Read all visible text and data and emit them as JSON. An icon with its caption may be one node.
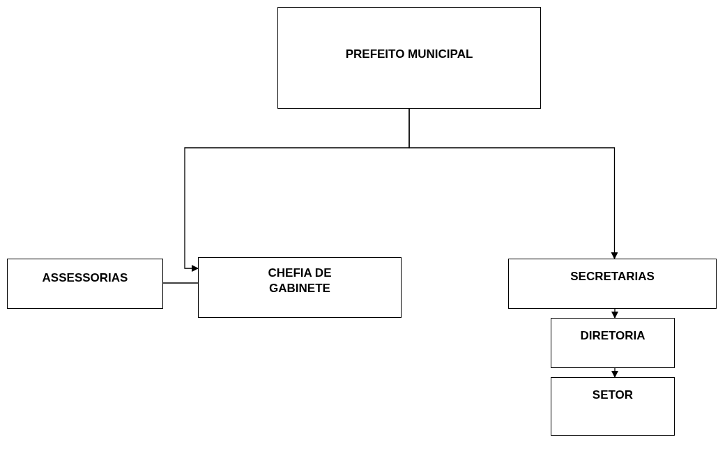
{
  "diagram": {
    "nodes": [
      {
        "text": [
          "PREFEITO MUNICIPAL"
        ]
      },
      {
        "text": [
          "ASSESSORIAS"
        ]
      },
      {
        "text": [
          "CHEFIA DE GABINETE"
        ]
      },
      {
        "text": [
          "SECRETARIAS"
        ]
      },
      {
        "text": [
          "DIRETORIA"
        ]
      },
      {
        "text": [
          "SETOR"
        ]
      }
    ],
    "edges": [
      {
        "from": 0,
        "to": 2,
        "arrow": "to"
      },
      {
        "from": 0,
        "to": 3,
        "arrow": "to"
      },
      {
        "from": 1,
        "to": 2,
        "arrow": "none"
      },
      {
        "from": 3,
        "to": 4,
        "arrow": "to"
      },
      {
        "from": 4,
        "to": 5,
        "arrow": "to"
      }
    ]
  }
}
